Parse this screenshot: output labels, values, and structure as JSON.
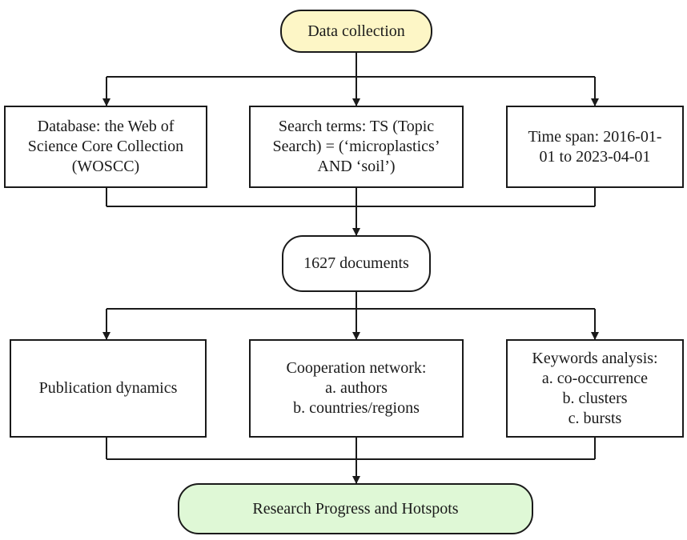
{
  "flowchart": {
    "start": "Data collection",
    "sources": [
      "Database: the Web of\nScience Core Collection\n(WOSCC)",
      "Search terms: TS (Topic\nSearch) = (‘microplastics’\nAND ‘soil’)",
      "Time span: 2016-01-\n01 to 2023-04-01"
    ],
    "result": "1627 documents",
    "analyses": [
      "Publication dynamics",
      "Cooperation network:\na. authors\nb. countries/regions",
      "Keywords analysis:\na. co-occurrence\nb. clusters\nc. bursts"
    ],
    "end": "Research Progress and Hotspots"
  },
  "colors": {
    "start_fill": "#fdf6c6",
    "end_fill": "#dff8d6",
    "line": "#1a1a1a"
  }
}
